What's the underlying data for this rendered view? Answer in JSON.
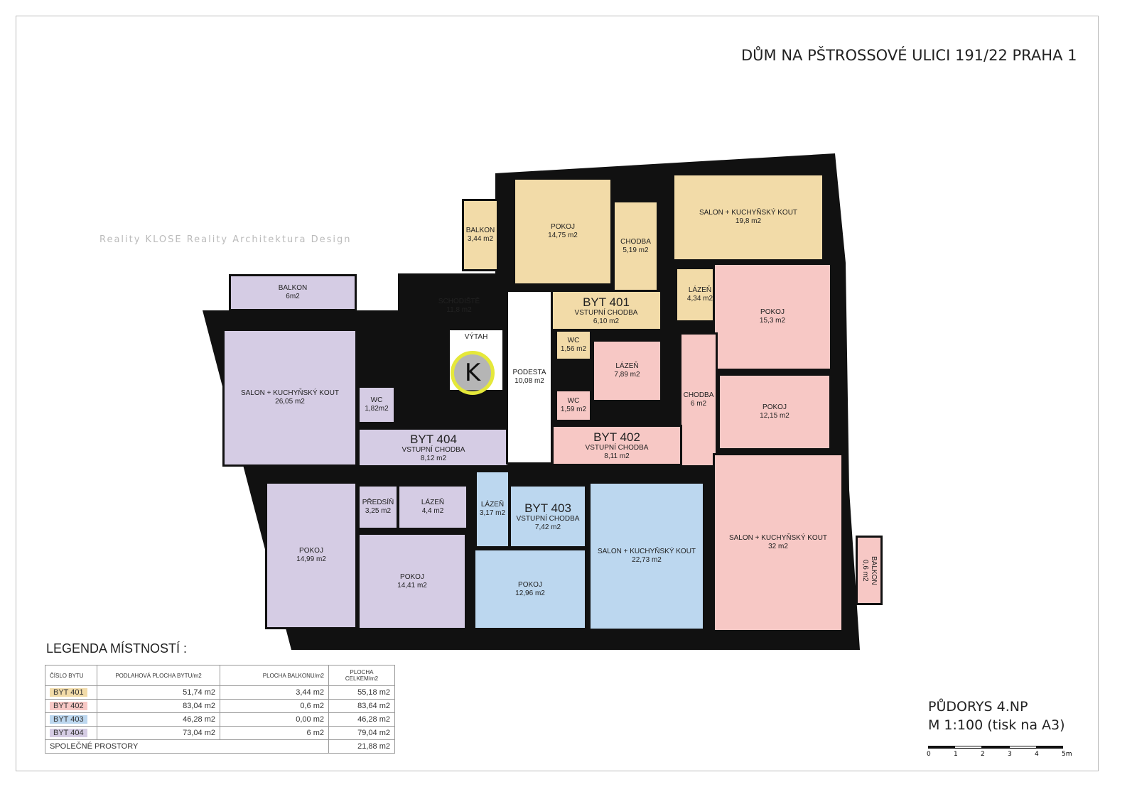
{
  "header": {
    "title": "DŮM NA PŠTROSSOVÉ ULICI 191/22 PRAHA 1"
  },
  "plan_info": {
    "line1": "PŮDORYS 4.NP",
    "line2": "M 1:100 (tisk na A3)",
    "scale_ticks": [
      "0",
      "1",
      "2",
      "3",
      "4",
      "5m"
    ]
  },
  "watermark": {
    "text": "Reality KLOSE Reality Architektura Design"
  },
  "colors": {
    "byt401": "#f2dba8",
    "byt402": "#f7c8c5",
    "byt403": "#bcd7ef",
    "byt404": "#d5cce4",
    "common": "#ffffff"
  },
  "rooms": [
    {
      "name": "BALKON",
      "area": "3,44  m2",
      "apt": "byt401"
    },
    {
      "name": "POKOJ",
      "area": "14,75 m2",
      "apt": "byt401"
    },
    {
      "name": "CHODBA",
      "area": "5,19 m2",
      "apt": "byt401"
    },
    {
      "name": "SALON + KUCHYŇSKÝ KOUT",
      "area": "19,8 m2",
      "apt": "byt401"
    },
    {
      "name": "LÁZEŇ",
      "area": "4,34 m2",
      "apt": "byt401"
    },
    {
      "label": "BYT 401",
      "name": "VSTUPNÍ CHODBA",
      "area": "6,10 m2",
      "apt": "byt401"
    },
    {
      "name": "WC",
      "area": "1,56 m2",
      "apt": "byt401"
    },
    {
      "name": "POKOJ",
      "area": "15,3 m2",
      "apt": "byt402"
    },
    {
      "name": "POKOJ",
      "area": "12,15 m2",
      "apt": "byt402"
    },
    {
      "name": "CHODBA",
      "area": "6 m2",
      "apt": "byt402"
    },
    {
      "name": "LÁZEŇ",
      "area": "7,89 m2",
      "apt": "byt402"
    },
    {
      "name": "WC",
      "area": "1,59 m2",
      "apt": "byt402"
    },
    {
      "label": "BYT 402",
      "name": "VSTUPNÍ CHODBA",
      "area": "8,11 m2",
      "apt": "byt402"
    },
    {
      "name": "SALON + KUCHYŇSKÝ KOUT",
      "area": "32 m2",
      "apt": "byt402"
    },
    {
      "name": "BALKON",
      "area": "0,6 m2",
      "apt": "byt402"
    },
    {
      "name": "BALKON",
      "area": "6m2",
      "apt": "byt404"
    },
    {
      "name": "SALON + KUCHYŇSKÝ KOUT",
      "area": "26,05 m2",
      "apt": "byt404"
    },
    {
      "name": "WC",
      "area": "1,82m2",
      "apt": "byt404"
    },
    {
      "label": "BYT 404",
      "name": "VSTUPNÍ CHODBA",
      "area": "8,12 m2",
      "apt": "byt404"
    },
    {
      "name": "PŘEDSÍŇ",
      "area": "3,25 m2",
      "apt": "byt404"
    },
    {
      "name": "LÁZEŇ",
      "area": "4,4 m2",
      "apt": "byt404"
    },
    {
      "name": "POKOJ",
      "area": "14,99 m2",
      "apt": "byt404"
    },
    {
      "name": "POKOJ",
      "area": "14,41 m2",
      "apt": "byt404"
    },
    {
      "name": "LÁZEŇ",
      "area": "3,17 m2",
      "apt": "byt403"
    },
    {
      "label": "BYT 403",
      "name": "VSTUPNÍ CHODBA",
      "area": "7,42 m2",
      "apt": "byt403"
    },
    {
      "name": "POKOJ",
      "area": "12,96 m2",
      "apt": "byt403"
    },
    {
      "name": "SALON + KUCHYŇSKÝ KOUT",
      "area": "22,73 m2",
      "apt": "byt403"
    },
    {
      "name": "SCHODIŠTĚ",
      "area": "11,8 m2",
      "apt": "common"
    },
    {
      "name": "PODESTA",
      "area": "10,08 m2",
      "apt": "common"
    },
    {
      "name": "VÝTAH",
      "area": "",
      "apt": "common"
    }
  ],
  "legend": {
    "title": "LEGENDA MÍSTNOSTÍ :",
    "headers": [
      "ČÍSLO BYTU",
      "PODLAHOVÁ PLOCHA BYTU/m2",
      "PLOCHA BALKONU/m2",
      "PLOCHA CELKEM/m2"
    ],
    "rows": [
      {
        "byt": "BYT 401",
        "floor": "51,74 m2",
        "balcony": "3,44 m2",
        "total": "55,18 m2",
        "color": "#f2dba8"
      },
      {
        "byt": "BYT 402",
        "floor": "83,04 m2",
        "balcony": "0,6 m2",
        "total": "83,64 m2",
        "color": "#f7c8c5"
      },
      {
        "byt": "BYT 403",
        "floor": "46,28 m2",
        "balcony": "0,00 m2",
        "total": "46,28 m2",
        "color": "#bcd7ef"
      },
      {
        "byt": "BYT 404",
        "floor": "73,04 m2",
        "balcony": "6 m2",
        "total": "79,04 m2",
        "color": "#d5cce4"
      }
    ],
    "common": {
      "label": "SPOLEČNÉ PROSTORY",
      "total": "21,88 m2"
    }
  }
}
